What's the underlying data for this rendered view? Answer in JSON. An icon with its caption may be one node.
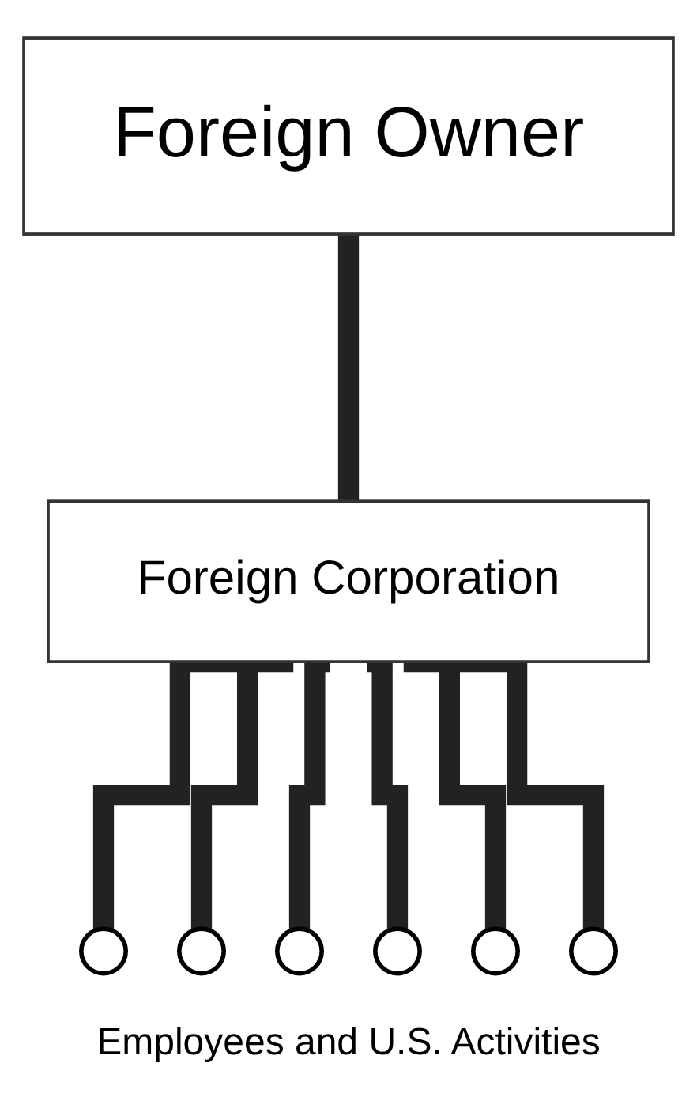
{
  "diagram": {
    "nodes": [
      {
        "text": [
          "Foreign Owner"
        ]
      },
      {
        "text": [
          "Foreign Corporation"
        ]
      },
      {
        "text": [],
        "shape": "circle"
      },
      {
        "text": [],
        "shape": "circle"
      },
      {
        "text": [],
        "shape": "circle"
      },
      {
        "text": [],
        "shape": "circle"
      },
      {
        "text": [],
        "shape": "circle"
      },
      {
        "text": [],
        "shape": "circle"
      }
    ],
    "edges": [
      {
        "from": 0,
        "to": 1,
        "arrow": "none"
      },
      {
        "from": 1,
        "to": 2,
        "arrow": "none"
      },
      {
        "from": 1,
        "to": 3,
        "arrow": "none"
      },
      {
        "from": 1,
        "to": 4,
        "arrow": "none"
      },
      {
        "from": 1,
        "to": 5,
        "arrow": "none"
      },
      {
        "from": 1,
        "to": 6,
        "arrow": "none"
      },
      {
        "from": 1,
        "to": 7,
        "arrow": "none"
      }
    ],
    "labels": [
      "Employees and U.S. Activities"
    ]
  }
}
